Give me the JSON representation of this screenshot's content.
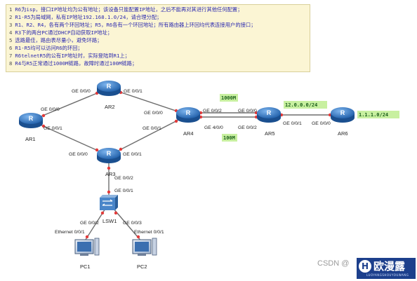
{
  "requirements": [
    {
      "num": "1",
      "text": "R6为isp，接口IP地址均为公有地址；该设备只能配置IP地址，之后不能再对其进行其他任何配置；"
    },
    {
      "num": "2",
      "text": "R1-R5为局域网，私有IP地址192.168.1.0/24，请合理分配；"
    },
    {
      "num": "3",
      "text": "R1、R2、R4，各有两个环回地址；R5，R6各有一个环回地址；所有路由器上环回均代表连接用户的接口；"
    },
    {
      "num": "4",
      "text": "R3下的两台PC通过DHCP自动获取IP地址；"
    },
    {
      "num": "5",
      "text": "选路最佳，路由表尽量小，避免环路；"
    },
    {
      "num": "6",
      "text": "R1-R5均可以访问R6的环回；"
    },
    {
      "num": "7",
      "text": "R6telnetR5的公有IP地址时，实际登陆到R1上；"
    },
    {
      "num": "8",
      "text": "R4与R5正常通过1000M链路，故障时通过100M链路；"
    }
  ],
  "nodes": {
    "ar1": "AR1",
    "ar2": "AR2",
    "ar3": "AR3",
    "ar4": "AR4",
    "ar5": "AR5",
    "ar6": "AR6",
    "lsw1": "LSW1",
    "pc1": "PC1",
    "pc2": "PC2"
  },
  "interfaces": {
    "ar1_ge000": "GE 0/0/0",
    "ar1_ge001": "GE 0/0/1",
    "ar2_ge000": "GE 0/0/0",
    "ar2_ge001": "GE 0/0/1",
    "ar4_ge000": "GE 0/0/0",
    "ar4_ge001": "GE 0/0/1",
    "ar4_ge002": "GE 0/0/2",
    "ar4_ge400": "GE 4/0/0",
    "ar5_ge000": "GE 0/0/0",
    "ar5_ge002": "GE 0/0/2",
    "ar5_ge001": "GE 0/0/1",
    "ar6_ge000": "GE 0/0/0",
    "ar3_ge000": "GE 0/0/0",
    "ar3_ge001": "GE 0/0/1",
    "ar3_ge002": "GE 0/0/2",
    "lsw1_ge001": "GE 0/0/1",
    "lsw1_ge002": "GE 0/0/2",
    "lsw1_ge003": "GE 0/0/3",
    "pc1_eth": "Ethernet 0/0/1",
    "pc2_eth": "Ethernet 0/0/1"
  },
  "annotations": {
    "link_1000m": "1000M",
    "link_100m": "100M",
    "net_ar5_ar6": "12.0.0.0/24",
    "loop_ar6": "1.1.1.0/24"
  },
  "watermark": "CSDN @",
  "brand": {
    "cn": "欧漫露",
    "en": "LUOYANGSHOUYOUWANG",
    "logo": "H"
  },
  "colors": {
    "router": "#1f67b8",
    "link": "#6e6e6e",
    "port": "#e23a3a",
    "highlight_bg": "#c8f0a0",
    "note_bg": "#fbf5d4"
  }
}
